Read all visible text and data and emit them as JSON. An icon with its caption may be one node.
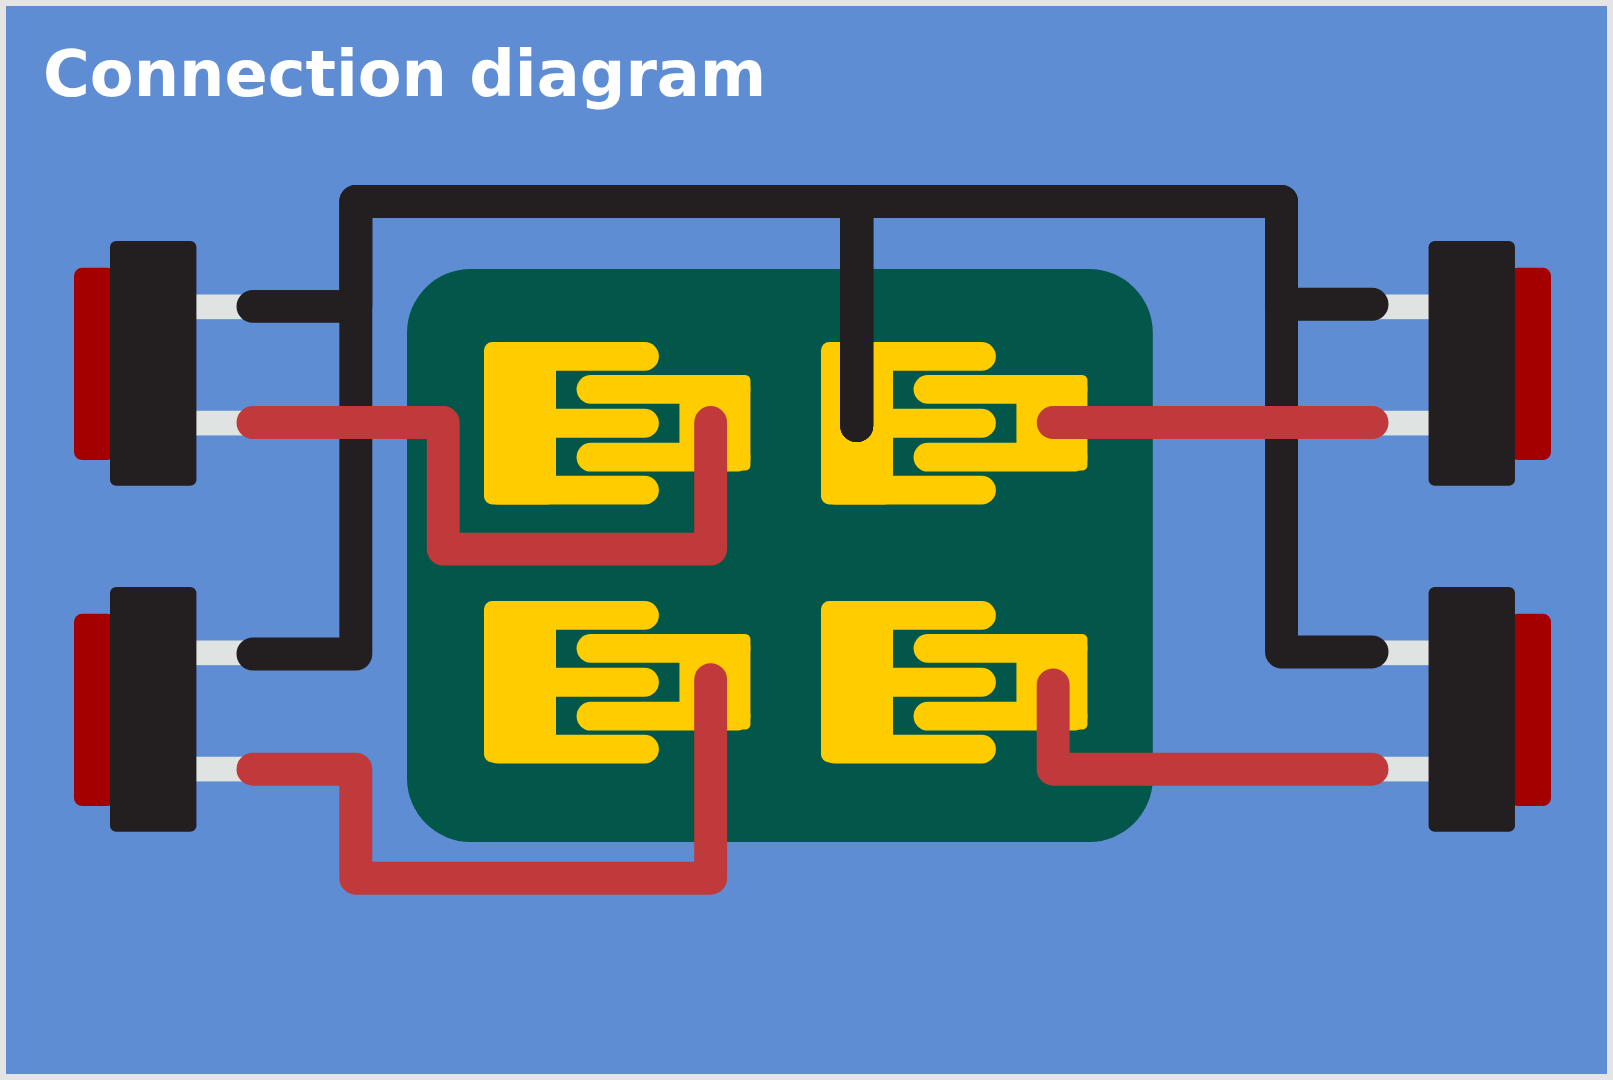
{
  "diagram": {
    "title": "Connection diagram",
    "nodes": [
      {
        "text": [],
        "shape": "box"
      },
      {
        "text": [],
        "shape": "box"
      },
      {
        "text": [],
        "shape": "box"
      },
      {
        "text": [],
        "shape": "box",
        "in": 2
      },
      {
        "text": [],
        "shape": "box",
        "in": 2
      },
      {
        "text": [],
        "shape": "box",
        "in": 2
      },
      {
        "text": [],
        "shape": "box",
        "in": 2
      },
      {
        "text": [],
        "shape": "box"
      },
      {
        "text": [],
        "shape": "box"
      }
    ],
    "edges": [
      {
        "from": 0,
        "to": 4,
        "arrow": "none",
        "color": "#231f20"
      },
      {
        "from": 1,
        "to": 4,
        "arrow": "none",
        "color": "#231f20"
      },
      {
        "from": 7,
        "to": 4,
        "arrow": "none",
        "color": "#231f20"
      },
      {
        "from": 8,
        "to": 4,
        "arrow": "none",
        "color": "#231f20"
      },
      {
        "from": 0,
        "to": 3,
        "arrow": "none",
        "color": "#c0393b"
      },
      {
        "from": 1,
        "to": 4,
        "arrow": "none",
        "color": "#c0393b"
      },
      {
        "from": 7,
        "to": 5,
        "arrow": "none",
        "color": "#c0393b"
      },
      {
        "from": 8,
        "to": 6,
        "arrow": "none",
        "color": "#c0393b"
      }
    ]
  }
}
